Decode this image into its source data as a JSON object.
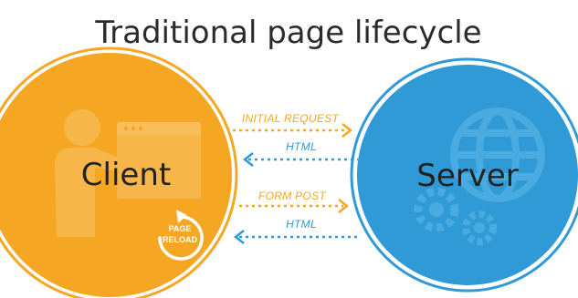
{
  "title": "Traditional page lifecycle",
  "client": {
    "label": "Client",
    "fill_color": "#f5a623",
    "ring_color": "#f5a623",
    "badge": {
      "line1": "PAGE",
      "line2": "RELOAD"
    }
  },
  "server": {
    "label": "Server",
    "fill_color": "#2f9ad6",
    "ring_color": "#2f9ad6"
  },
  "arrows": [
    {
      "label": "INITIAL REQUEST",
      "direction": "to-server",
      "color": "#f5a623"
    },
    {
      "label": "HTML",
      "direction": "to-client",
      "color": "#2f9ad6"
    },
    {
      "label": "FORM POST",
      "direction": "to-server",
      "color": "#f5a623"
    },
    {
      "label": "HTML",
      "direction": "to-client",
      "color": "#2f9ad6"
    }
  ],
  "icons": {
    "client": "person-with-browser-window-icon",
    "server": "globe-with-gears-icon",
    "reload": "circular-reload-arrow-icon"
  }
}
